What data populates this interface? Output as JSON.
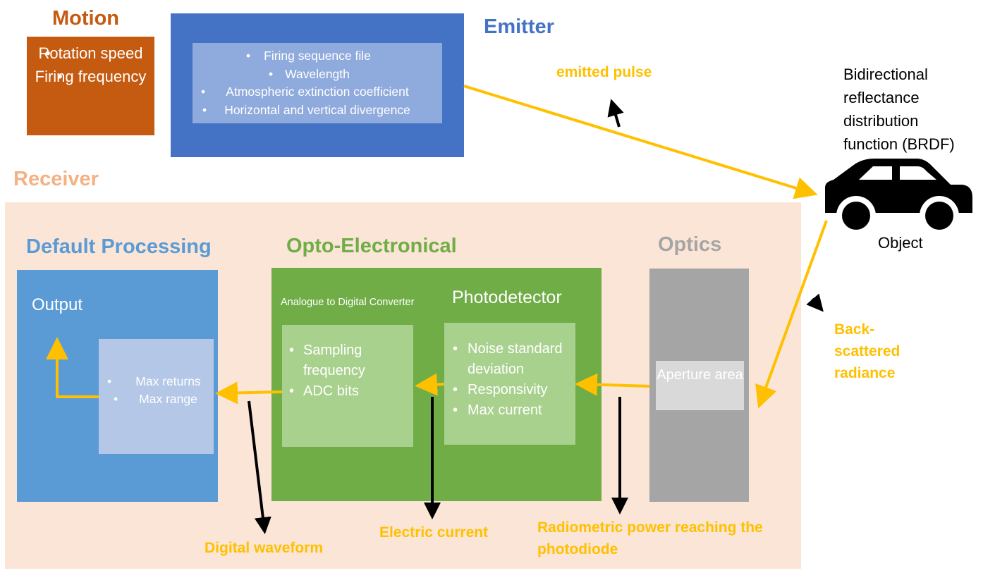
{
  "motion": {
    "title": "Motion",
    "items": [
      "Rotation speed",
      "Firing frequency"
    ],
    "color": "#c55a11"
  },
  "emitter": {
    "title": "Emitter",
    "items": [
      "Firing sequence file",
      "Wavelength",
      "Atmospheric extinction coefficient",
      "Horizontal and vertical divergence"
    ],
    "color": "#4472c4"
  },
  "labels": {
    "emitted_pulse": "emitted pulse",
    "back_scattered": "Back-scattered radiance",
    "digital_waveform": "Digital waveform",
    "electric_current": "Electric current",
    "radiometric_power": "Radiometric power reaching the photodiode",
    "brdf": "Bidirectional reflectance distribution function (BRDF)",
    "object": "Object"
  },
  "receiver": {
    "title": "Receiver",
    "default_processing": {
      "title": "Default Processing",
      "output_label": "Output",
      "items": [
        "Max returns",
        "Max range"
      ]
    },
    "opto_electronical": {
      "title": "Opto-Electronical",
      "adc_label": "Analogue to Digital Converter",
      "adc_items": [
        "Sampling frequency",
        "ADC bits"
      ],
      "photodetector_label": "Photodetector",
      "photodetector_items": [
        "Noise standard deviation",
        "Responsivity",
        "Max current"
      ]
    },
    "optics": {
      "title": "Optics",
      "aperture": "Aperture area"
    }
  },
  "colors": {
    "arrow_orange": "#ffc000",
    "receiver_bg": "#fbe5d6",
    "processing_blue": "#5b9bd5",
    "opto_green": "#70ad47",
    "optics_gray": "#a5a5a5"
  },
  "icons": {
    "object": "car-icon"
  }
}
